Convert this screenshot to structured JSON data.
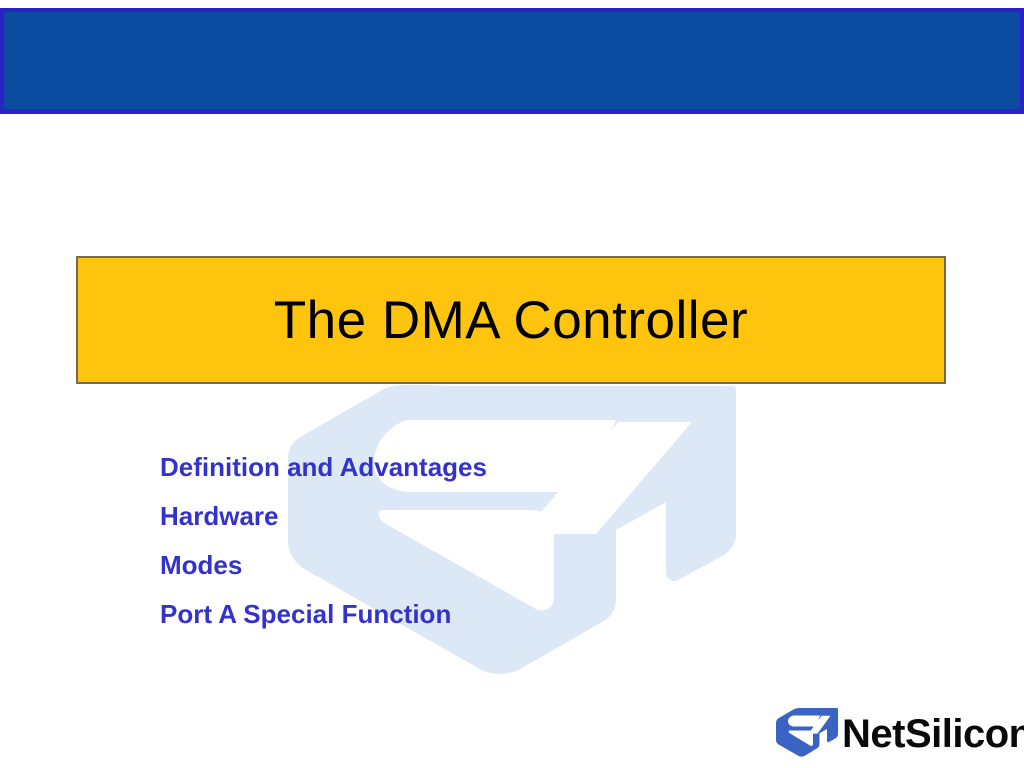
{
  "slide": {
    "background_color": "#FFFFFF",
    "banner": {
      "fill_color": "#0B4BA0",
      "border_color": "#2A22C4"
    },
    "title": {
      "text": "The DMA Controller",
      "box_fill_color": "#FFC40D",
      "box_border_color": "#7A6A4B",
      "text_color": "#000000"
    },
    "agenda": {
      "text_color": "#3333CC",
      "items": [
        {
          "label": "Definition and Advantages"
        },
        {
          "label": "Hardware"
        },
        {
          "label": "Modes"
        },
        {
          "label": "Port A Special Function"
        }
      ]
    },
    "watermark": {
      "icon": "netsilicon-arrow-watermark",
      "color": "#DCE8F6"
    },
    "brand": {
      "icon": "netsilicon-arrow-logo-icon",
      "mark_color": "#3A63C4",
      "name": "NetSilicon",
      "name_color": "#0A0A0A"
    }
  }
}
